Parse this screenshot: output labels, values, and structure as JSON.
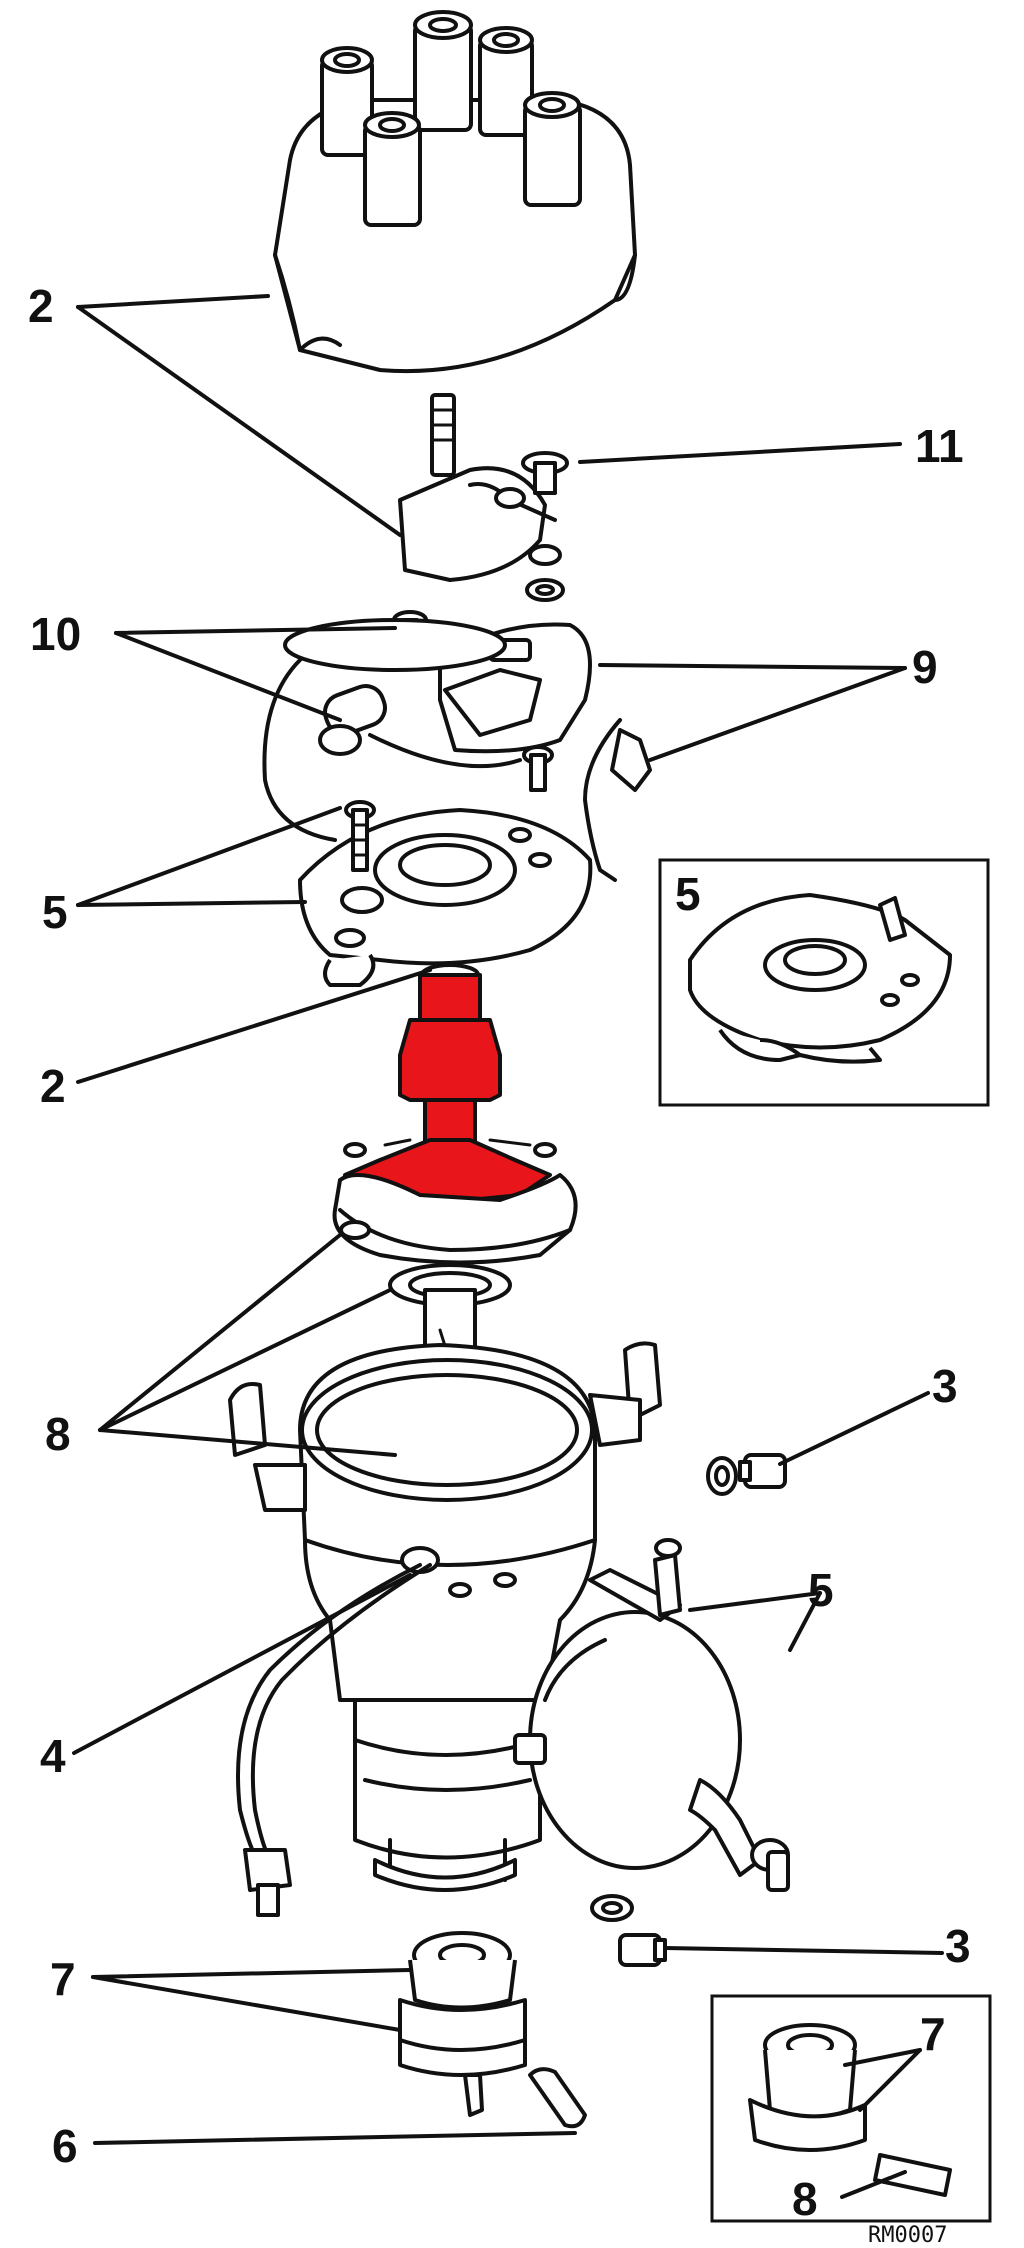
{
  "colors": {
    "highlight": "#e8161b",
    "ink": "#111111",
    "paper": "#ffffff"
  },
  "callouts": {
    "cap_2": "2",
    "rotor_11": "11",
    "condenser_10": "10",
    "contact_set_9": "9",
    "baseplate_5": "5",
    "shaft_2": "2",
    "inset_5": "5",
    "washers_8": "8",
    "terminal_3": "3",
    "vacuum_5": "5",
    "lead_4": "4",
    "drive_7": "7",
    "pin_6": "6",
    "bottom_3": "3",
    "inset_7": "7",
    "inset_8": "8"
  },
  "caption": "RM0007"
}
